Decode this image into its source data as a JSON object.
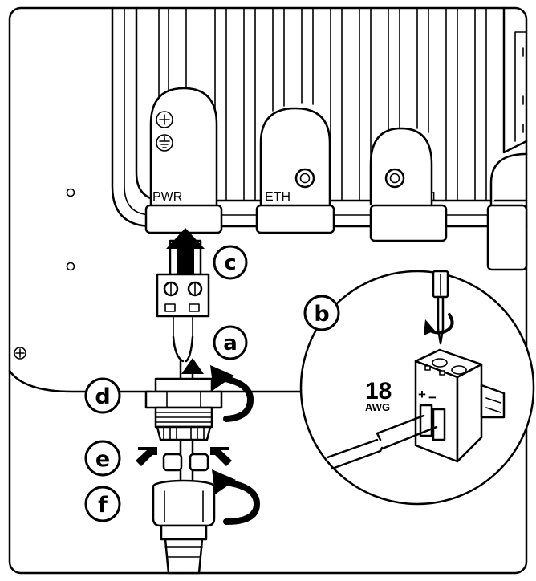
{
  "port_labels": {
    "pwr": "PWR",
    "eth": "ETH",
    "port1": "1"
  },
  "step_labels": {
    "a": "a",
    "b": "b",
    "c": "c",
    "d": "d",
    "e": "e",
    "f": "f"
  },
  "wire_spec": {
    "gauge": "18",
    "unit": "AWG"
  },
  "terminal_polarity": {
    "positive": "+",
    "negative": "−"
  },
  "icons": [
    "ground-icon",
    "plus-screw-icon",
    "screwdriver-icon",
    "rotate-arrow-icon",
    "push-arrow-icon"
  ],
  "colors": {
    "ink": "#000000",
    "background": "#ffffff"
  }
}
